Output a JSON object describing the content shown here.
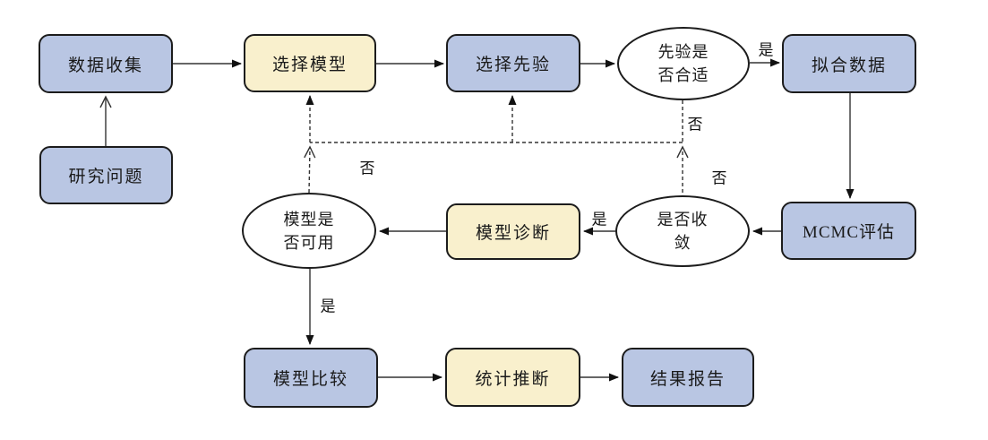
{
  "diagram": {
    "nodes": {
      "data_collection": "数据收集",
      "research_question": "研究问题",
      "select_model": "选择模型",
      "select_prior": "选择先验",
      "fit_data": "拟合数据",
      "mcmc_eval": "MCMC评估",
      "model_diagnosis": "模型诊断",
      "model_compare": "模型比较",
      "stat_inference": "统计推断",
      "result_report": "结果报告",
      "prior_appropriate": {
        "lines": [
          "先验是",
          "否合适"
        ]
      },
      "converged": {
        "lines": [
          "是否收",
          "敛"
        ]
      },
      "model_usable": {
        "lines": [
          "模型是",
          "否可用"
        ]
      }
    },
    "edge_labels": {
      "prior_yes": "是",
      "prior_no": "否",
      "converged_yes": "是",
      "converged_no": "否",
      "usable_yes": "是",
      "usable_no": "否"
    },
    "colors": {
      "process_blue": "#b9c6e3",
      "highlight_yellow": "#f9f0cd",
      "decision_white": "#ffffff",
      "border": "#1c1c1c",
      "line": "#333333",
      "background": "#ffffff"
    }
  }
}
